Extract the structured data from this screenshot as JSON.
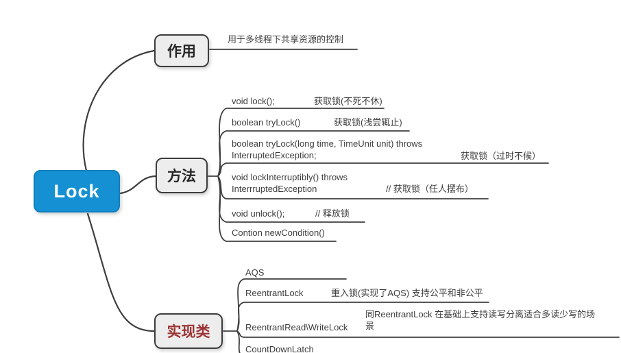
{
  "root": {
    "label": "Lock"
  },
  "colors": {
    "root_bg": "#1591d3",
    "topic_bg": "#ededed",
    "topic_border": "#3c3c3c",
    "impl_label_color": "#9c3434",
    "line_color": "#3e3e3e"
  },
  "branches": {
    "purpose": {
      "label": "作用",
      "description": "用于多线程下共享资源的控制"
    },
    "methods": {
      "label": "方法",
      "items": [
        {
          "code": "void lock();",
          "note": "获取锁(不死不休)"
        },
        {
          "code": "boolean tryLock()",
          "note": "获取锁(浅尝辄止)"
        },
        {
          "code": "boolean tryLock(long time, TimeUnit unit) throws\nInterruptedException;",
          "note": "获取锁（过时不候）"
        },
        {
          "code": "void lockInterruptibly() throws\nInterrruptedException",
          "note": "// 获取锁（任人摆布）"
        },
        {
          "code": "void unlock();",
          "note": "// 释放锁"
        },
        {
          "code": "Contion newCondition()",
          "note": ""
        }
      ]
    },
    "implementations": {
      "label": "实现类",
      "items": [
        {
          "code": "AQS",
          "note": ""
        },
        {
          "code": "ReentrantLock",
          "note": "重入锁(实现了AQS) 支持公平和非公平"
        },
        {
          "code": "ReentrantRead\\WriteLock",
          "note": "同ReentrantLock 在基础上支持读写分离适合多读少写的场景"
        },
        {
          "code": "CountDownLatch",
          "note": ""
        }
      ]
    }
  }
}
